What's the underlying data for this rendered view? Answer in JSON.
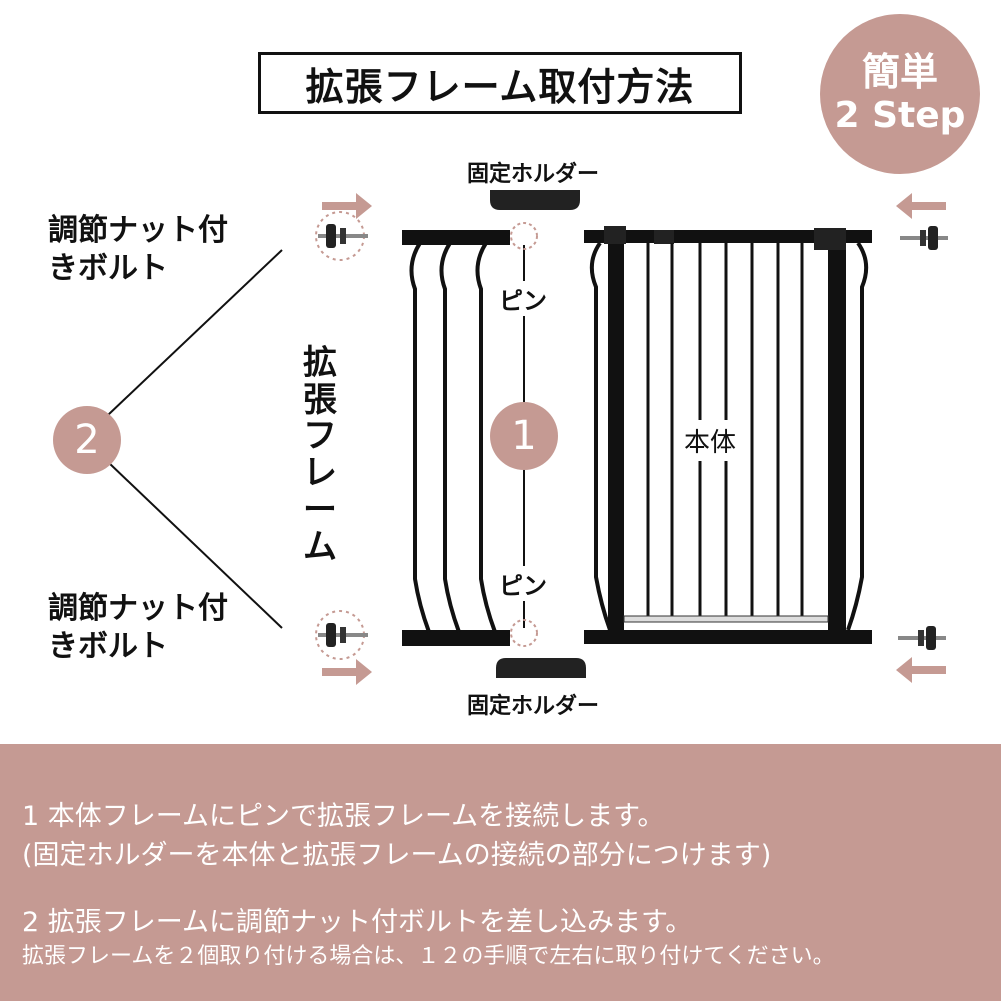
{
  "title": "拡張フレーム取付方法",
  "badge": {
    "line1": "簡単",
    "line2": "2 Step"
  },
  "labels": {
    "holder_top": "固定ホルダー",
    "holder_bottom": "固定ホルダー",
    "bolt_top_1": "調節ナット付",
    "bolt_top_2": "きボルト",
    "bolt_bottom_1": "調節ナット付",
    "bolt_bottom_2": "きボルト",
    "pin_top": "ピン",
    "pin_bottom": "ピン",
    "extension_frame": "拡張フレーム",
    "main_body": "本体",
    "step1": "1",
    "step2": "2"
  },
  "instructions": {
    "line1": "1  本体フレームにピンで拡張フレームを接続します。",
    "line2": "(固定ホルダーを本体と拡張フレームの接続の部分につけます)",
    "line3": "2  拡張フレームに調節ナット付ボルトを差し込みます。",
    "line4": "拡張フレームを２個取り付ける場合は、１２の手順で左右に取り付けてください。"
  },
  "colors": {
    "accent": "#c59a93",
    "frame": "#111111"
  }
}
